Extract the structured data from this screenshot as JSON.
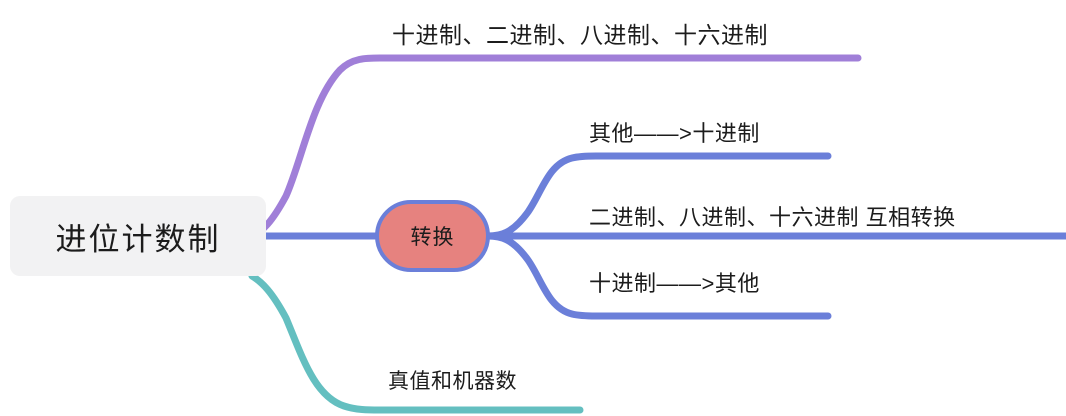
{
  "diagram": {
    "type": "mind-map",
    "title": "进位计数制",
    "background_color": "#ffffff"
  },
  "root": {
    "label": "进位计数制",
    "fill_color": "#f2f2f3",
    "text_color": "#1c1c1c"
  },
  "center_node": {
    "label": "转换",
    "fill_color": "#e6827f",
    "border_color": "#6b7fd9",
    "text_color": "#1c1c1c"
  },
  "branches": [
    {
      "id": "number-systems",
      "label": "十进制、二进制、八进制、十六进制",
      "color": "#a07fd8",
      "parent": "进位计数制"
    },
    {
      "id": "conversion",
      "label": "转换",
      "color": "#6b7fd9",
      "parent": "进位计数制"
    },
    {
      "id": "truth-machine",
      "label": "真值和机器数",
      "color": "#64bfc0",
      "parent": "进位计数制"
    }
  ],
  "sub_branches": [
    {
      "id": "other-to-decimal",
      "label": "其他——>十进制",
      "color": "#6b7fd9",
      "parent": "转换"
    },
    {
      "id": "mutual-convert",
      "label": "二进制、八进制、十六进制 互相转换",
      "color": "#6b7fd9",
      "parent": "转换"
    },
    {
      "id": "decimal-to-other",
      "label": "十进制——>其他",
      "color": "#6b7fd9",
      "parent": "转换"
    }
  ],
  "colors": {
    "purple": "#a07fd8",
    "blue": "#6b7fd9",
    "teal": "#64bfc0",
    "salmon": "#e6827f",
    "root_gray": "#f2f2f3",
    "text": "#1c1c1c"
  }
}
